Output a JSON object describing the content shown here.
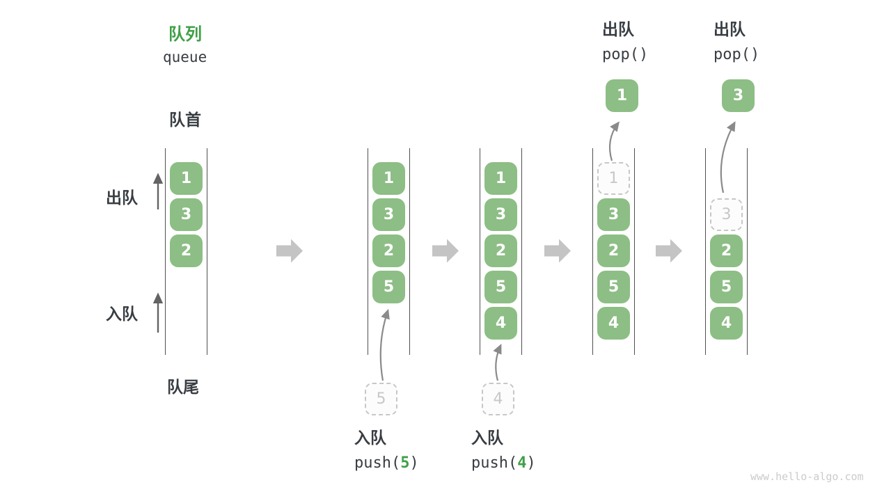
{
  "header": {
    "title_zh": "队列",
    "title_en": "queue"
  },
  "labels": {
    "front": "队首",
    "rear": "队尾",
    "dequeue_side": "出队",
    "enqueue_side": "入队"
  },
  "operations": {
    "push5": {
      "zh": "入队",
      "prefix": "push(",
      "arg": "5",
      "suffix": ")"
    },
    "push4": {
      "zh": "入队",
      "prefix": "push(",
      "arg": "4",
      "suffix": ")"
    },
    "pop1": {
      "zh": "出队",
      "code": "pop()"
    },
    "pop2": {
      "zh": "出队",
      "code": "pop()"
    }
  },
  "watermark": "www.hello-algo.com",
  "colors": {
    "box_green": "#8dbe85",
    "accent_green": "#3fa047",
    "dark_text": "#383d42",
    "block_arrow_gray": "#c4c4c4",
    "thin_arrow_gray": "#8a8a8a",
    "dashed_gray": "#c7c7c7",
    "column_line": "#4f4f4f"
  },
  "states": [
    {
      "name": "initial",
      "cells": [
        {
          "slot": 0,
          "value": "1",
          "style": "solid"
        },
        {
          "slot": 1,
          "value": "3",
          "style": "solid"
        },
        {
          "slot": 2,
          "value": "2",
          "style": "solid"
        }
      ]
    },
    {
      "name": "after-push-5",
      "staged_value": "5",
      "cells": [
        {
          "slot": 0,
          "value": "1",
          "style": "solid"
        },
        {
          "slot": 1,
          "value": "3",
          "style": "solid"
        },
        {
          "slot": 2,
          "value": "2",
          "style": "solid"
        },
        {
          "slot": 3,
          "value": "5",
          "style": "solid"
        }
      ]
    },
    {
      "name": "after-push-4",
      "staged_value": "4",
      "cells": [
        {
          "slot": 0,
          "value": "1",
          "style": "solid"
        },
        {
          "slot": 1,
          "value": "3",
          "style": "solid"
        },
        {
          "slot": 2,
          "value": "2",
          "style": "solid"
        },
        {
          "slot": 3,
          "value": "5",
          "style": "solid"
        },
        {
          "slot": 4,
          "value": "4",
          "style": "solid"
        }
      ]
    },
    {
      "name": "after-pop-1",
      "popped_value": "1",
      "cells": [
        {
          "slot": 0,
          "value": "1",
          "style": "dashed"
        },
        {
          "slot": 1,
          "value": "3",
          "style": "solid"
        },
        {
          "slot": 2,
          "value": "2",
          "style": "solid"
        },
        {
          "slot": 3,
          "value": "5",
          "style": "solid"
        },
        {
          "slot": 4,
          "value": "4",
          "style": "solid"
        }
      ]
    },
    {
      "name": "after-pop-3",
      "popped_value": "3",
      "cells": [
        {
          "slot": 1,
          "value": "3",
          "style": "dashed"
        },
        {
          "slot": 2,
          "value": "2",
          "style": "solid"
        },
        {
          "slot": 3,
          "value": "5",
          "style": "solid"
        },
        {
          "slot": 4,
          "value": "4",
          "style": "solid"
        }
      ]
    }
  ]
}
